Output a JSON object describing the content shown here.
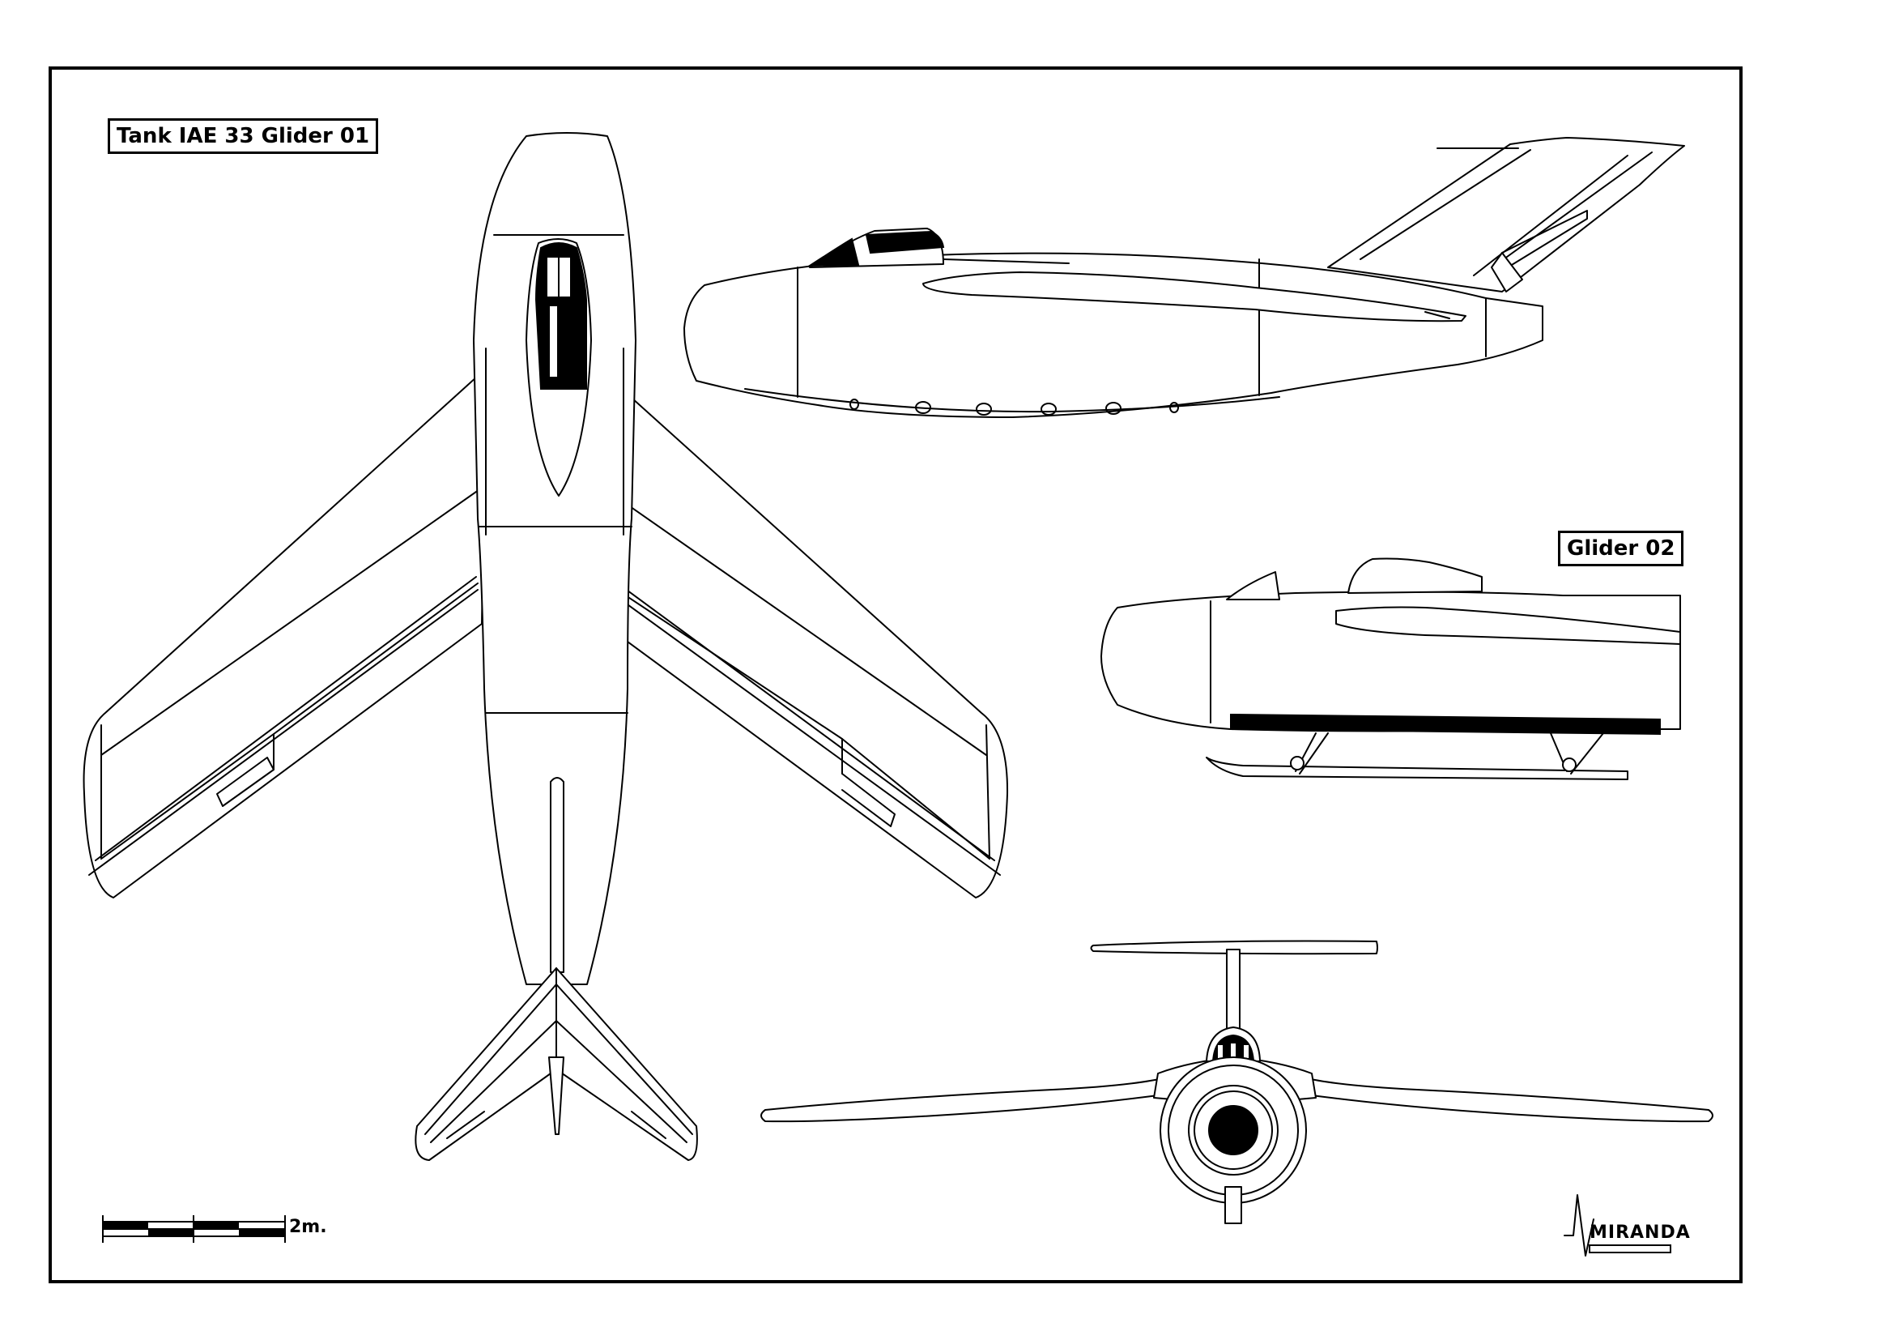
{
  "labels": {
    "glider01": "Tank IAE 33 Glider 01",
    "glider02": "Glider 02"
  },
  "scale_bar": {
    "text": "2m."
  },
  "logo": {
    "text": "MIRANDA"
  },
  "colors": {
    "line": "#000000",
    "paper": "#ffffff"
  }
}
